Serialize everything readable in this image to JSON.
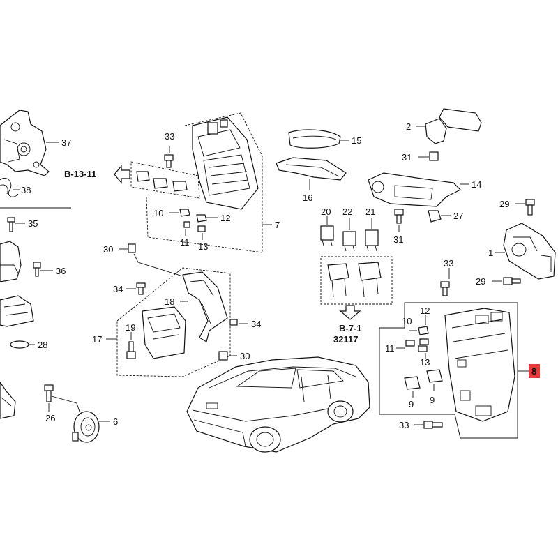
{
  "diagram": {
    "references": {
      "b13_11": "B-13-11",
      "b7_1": "B-7-1",
      "b7_1_code": "32117"
    },
    "callouts": {
      "c1": "1",
      "c2": "2",
      "c6": "6",
      "c7": "7",
      "c8": "8",
      "c9a": "9",
      "c9b": "9",
      "c10a": "10",
      "c10b": "10",
      "c11a": "11",
      "c11b": "11",
      "c12a": "12",
      "c12b": "12",
      "c13a": "13",
      "c13b": "13",
      "c14": "14",
      "c15": "15",
      "c16": "16",
      "c17": "17",
      "c18": "18",
      "c19": "19",
      "c20": "20",
      "c21": "21",
      "c22": "22",
      "c26": "26",
      "c27": "27",
      "c28": "28",
      "c29a": "29",
      "c29b": "29",
      "c30a": "30",
      "c30b": "30",
      "c31a": "31",
      "c31b": "31",
      "c33a": "33",
      "c33b": "33",
      "c33c": "33",
      "c34a": "34",
      "c34b": "34",
      "c35": "35",
      "c36": "36",
      "c37": "37",
      "c38": "38"
    },
    "highlight_color": "#e8393d"
  }
}
